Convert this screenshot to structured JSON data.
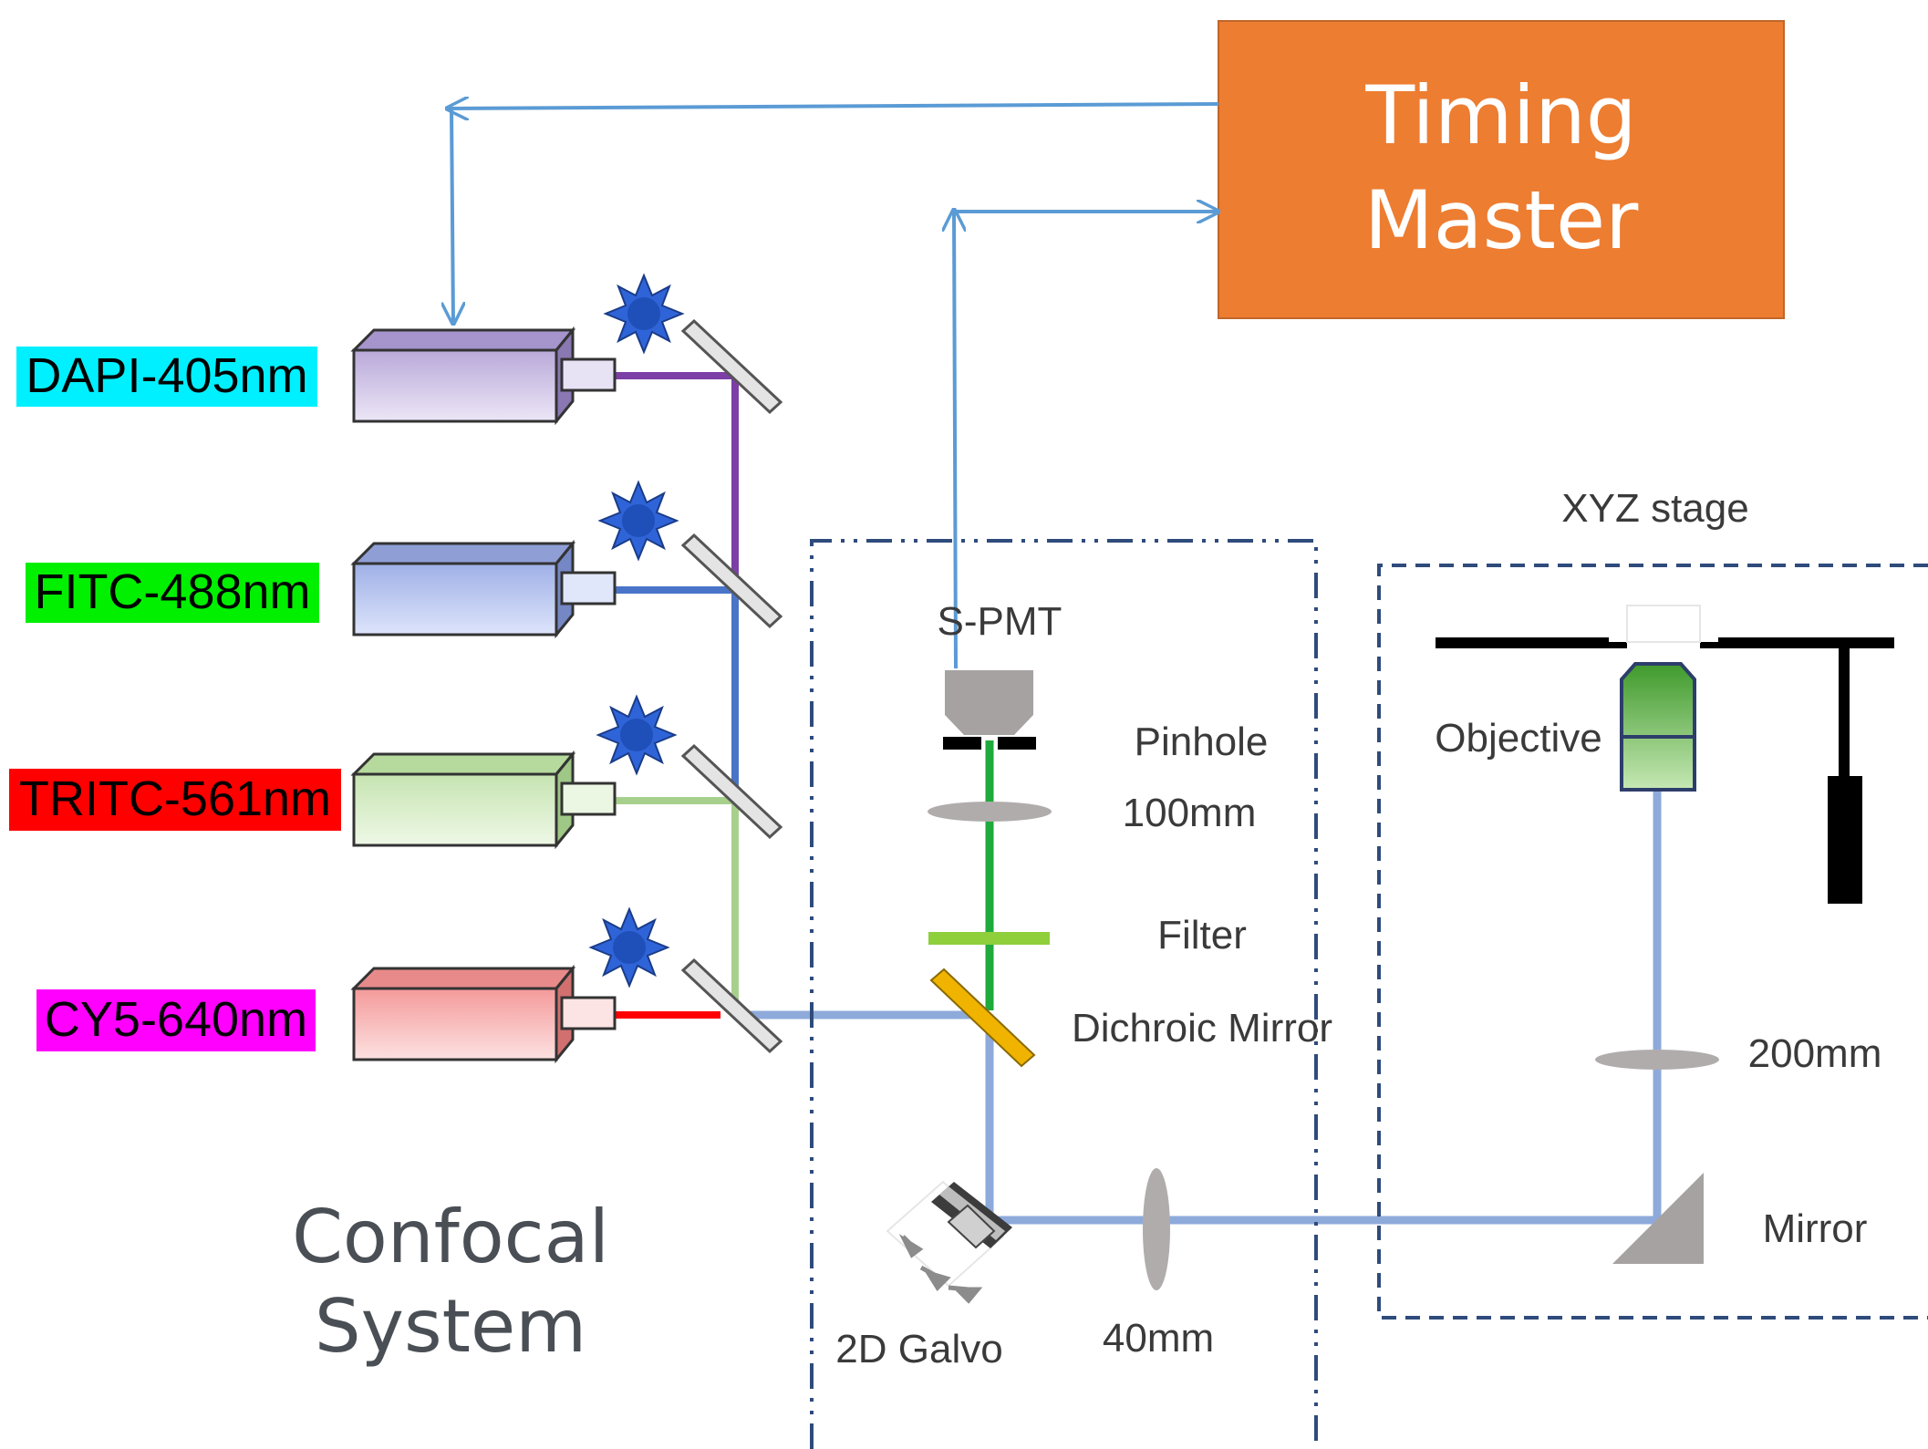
{
  "timing_master": {
    "line1": "Timing",
    "line2": "Master"
  },
  "lasers": [
    {
      "label": "DAPI-405nm",
      "label_bg": "#00f0ff",
      "beam": "#7b3fa6"
    },
    {
      "label": "FITC-488nm",
      "label_bg": "#00f000",
      "beam": "#4a74c7"
    },
    {
      "label": "TRITC-561nm",
      "label_bg": "#ff0000",
      "beam": "#a8d08d"
    },
    {
      "label": "CY5-640nm",
      "label_bg": "#ff00ff",
      "beam": "#ff0000"
    }
  ],
  "confocal_system": {
    "line1": "Confocal",
    "line2": "System"
  },
  "components": {
    "spmt": "S-PMT",
    "pinhole": "Pinhole",
    "lens_100": "100mm",
    "filter": "Filter",
    "dichroic": "Dichroic Mirror",
    "galvo": "2D Galvo",
    "lens_40": "40mm",
    "xyz_stage": "XYZ stage",
    "objective": "Objective",
    "lens_200": "200mm",
    "mirror": "Mirror"
  },
  "colors": {
    "timing_master": "#ed7d31",
    "signal_arrow": "#5b9bd5",
    "excitation_beam": "#8eaadb",
    "emission_beam": "#1faa3c",
    "filter": "#8fcf3c",
    "dichroic": "#f0b400",
    "box_outline": "#2f4b7c"
  }
}
